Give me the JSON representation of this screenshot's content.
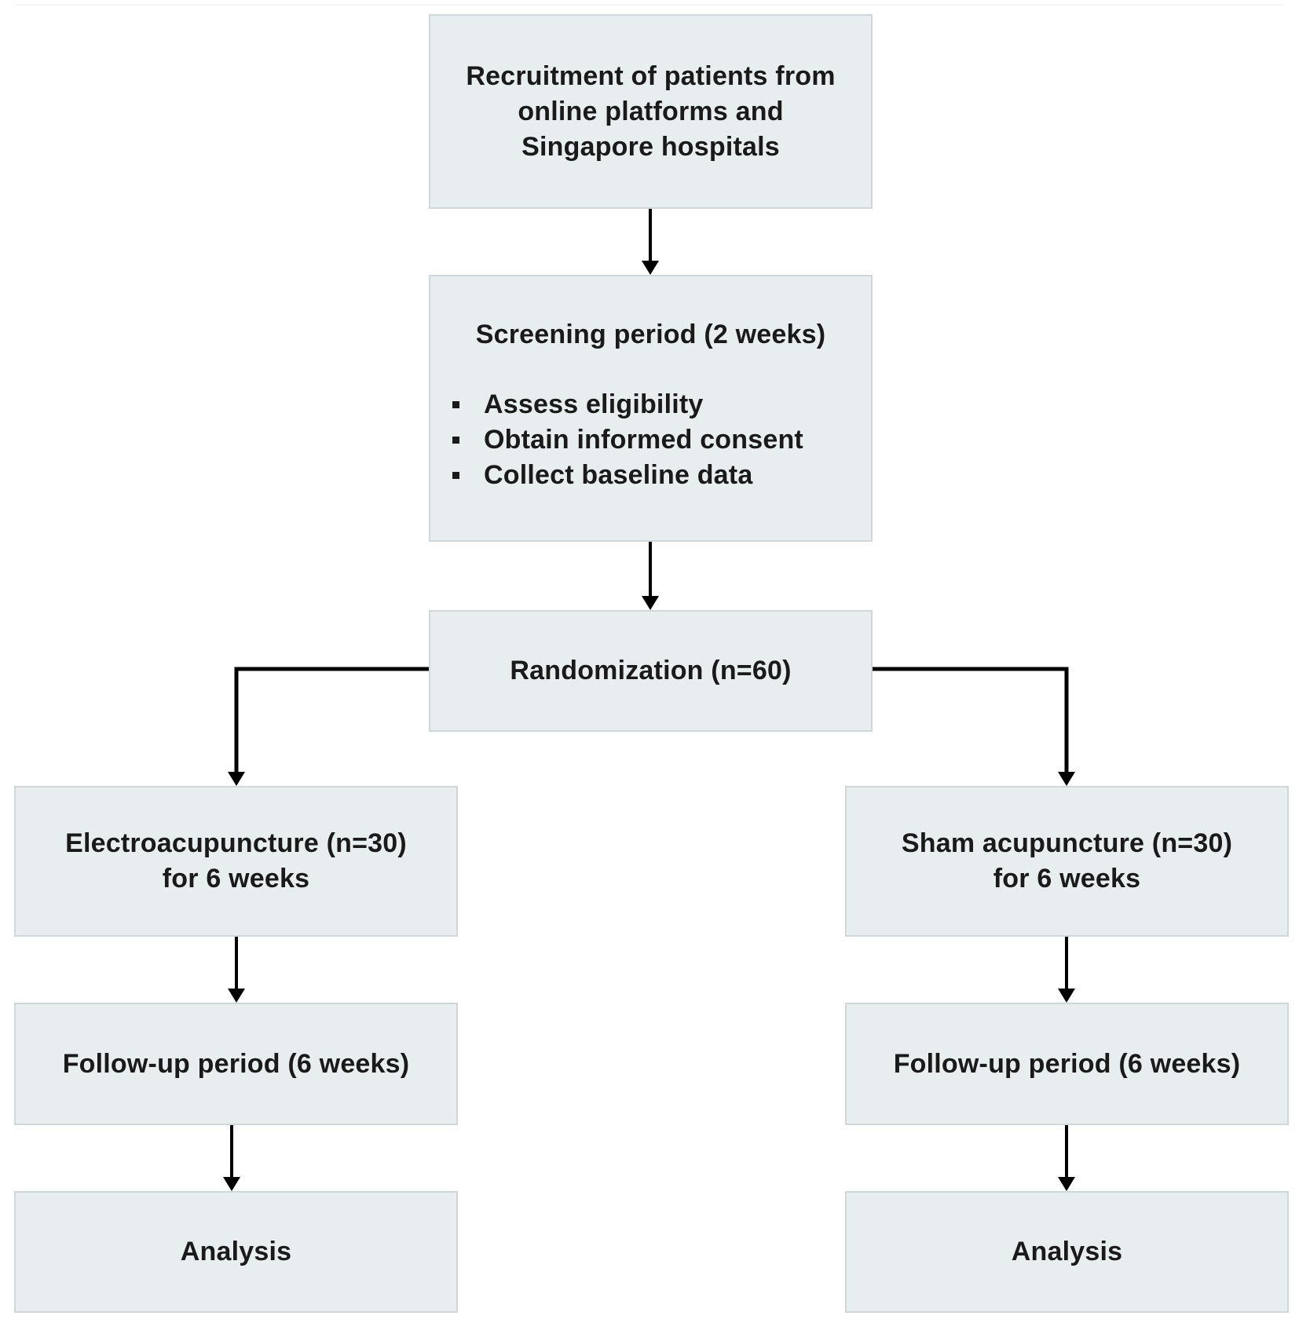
{
  "flowchart": {
    "recruitment": {
      "lines": [
        "Recruitment of patients from",
        "online platforms and",
        "Singapore hospitals"
      ]
    },
    "screening": {
      "title": "Screening period (2 weeks)",
      "items": [
        "Assess eligibility",
        "Obtain informed consent",
        "Collect baseline data"
      ]
    },
    "randomization": {
      "label": "Randomization (n=60)"
    },
    "electroacupuncture": {
      "lines": [
        "Electroacupuncture (n=30)",
        "for 6 weeks"
      ]
    },
    "sham": {
      "lines": [
        "Sham acupuncture (n=30)",
        "for 6 weeks"
      ]
    },
    "followup_left": {
      "label": "Follow-up period (6 weeks)"
    },
    "followup_right": {
      "label": "Follow-up period (6 weeks)"
    },
    "analysis_left": {
      "label": "Analysis"
    },
    "analysis_right": {
      "label": "Analysis"
    }
  },
  "colors": {
    "box_fill": "#e8edf0",
    "box_border": "#d0d7db",
    "text": "#1a1a1a",
    "arrow": "#000000"
  }
}
